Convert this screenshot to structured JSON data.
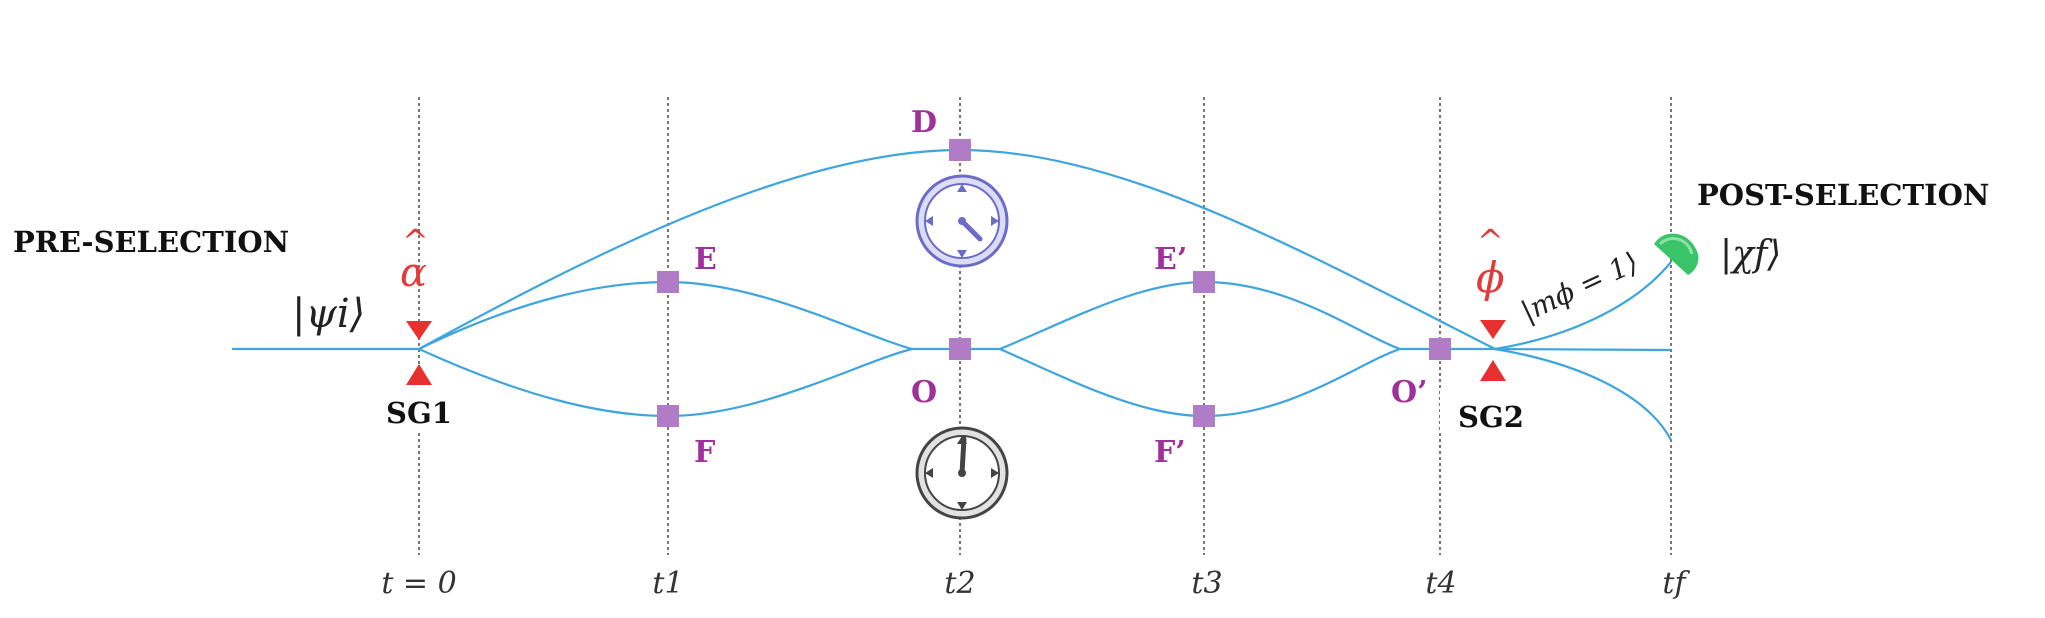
{
  "labels": {
    "pre_selection": "PRE-SELECTION",
    "post_selection": "POST-SELECTION",
    "initial_state": "|ψi⟩",
    "final_state": "|χf⟩",
    "pointer_state": "|mϕ = 1⟩",
    "alpha_operator": "α",
    "phi_operator": "ϕ",
    "sg1": "SG1",
    "sg2": "SG2"
  },
  "nodes": {
    "D": "D",
    "E": "E",
    "F": "F",
    "O": "O",
    "E_prime": "E’",
    "F_prime": "F’",
    "O_prime": "O’"
  },
  "time_labels": [
    "t = 0",
    "t1",
    "t2",
    "t3",
    "t4",
    "tf"
  ],
  "colors": {
    "beam": "#3ea5dd",
    "node": "#b07cc6",
    "node_label": "#a0309a",
    "operator": "#e03a3a",
    "detector": "#39c46a",
    "clock_top": "#6c6cc8",
    "clock_bottom": "#444444"
  },
  "icons": [
    "clock-icon-top",
    "clock-icon-bottom",
    "detector-icon",
    "sg1-magnet-icon",
    "sg2-magnet-icon"
  ]
}
